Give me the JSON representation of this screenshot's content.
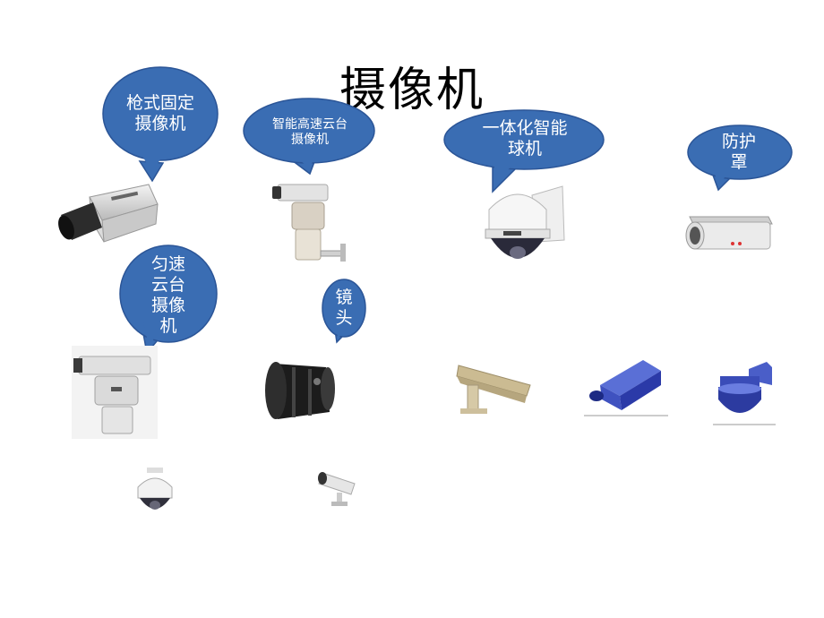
{
  "slide": {
    "title": "摄像机",
    "bubble_color": "#3A6DB3",
    "bubble_border": "#2B5597"
  },
  "callouts": {
    "gun_fixed": "枪式固定摄像机",
    "intelligent_ptz": "智能高速云台摄像机",
    "integrated_dome": "一体化智能球机",
    "housing": "防护罩",
    "uniform_ptz": "匀速云台摄像机",
    "lens": "镜头"
  },
  "icons": [
    "box-camera-icon",
    "ptz-camera-icon",
    "speed-dome-icon",
    "housing-icon",
    "uniform-ptz-camera-icon",
    "lens-icon",
    "bracket-camera-icon",
    "blue-box-camera-icon",
    "blue-dome-camera-icon",
    "mini-dome-icon",
    "mini-bullet-camera-icon"
  ]
}
